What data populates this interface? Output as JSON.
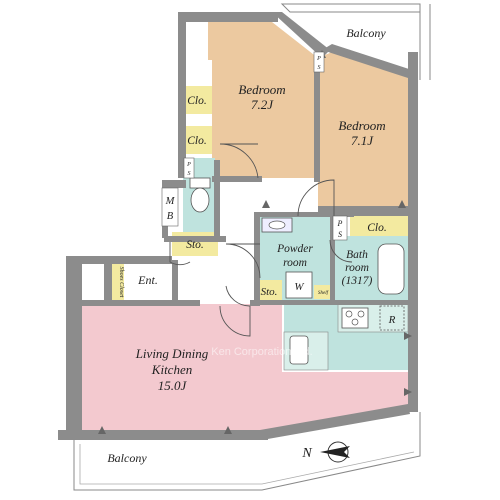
{
  "rooms": {
    "bedroom_a": {
      "name": "Bedroom",
      "size": "7.2J"
    },
    "bedroom_b": {
      "name": "Bedroom",
      "size": "7.1J"
    },
    "ldk": {
      "line1": "Living Dining",
      "line2": "Kitchen",
      "size": "15.0J"
    },
    "powder": {
      "line1": "Powder",
      "line2": "room"
    },
    "bath": {
      "line1": "Bath",
      "line2": "room",
      "size": "(1317)"
    },
    "entrance": "Ent."
  },
  "closets": {
    "clo_upper": "Clo.",
    "clo_lower": "Clo.",
    "clo_right": "Clo.",
    "sto_left": "Sto.",
    "sto_center": "Sto.",
    "shoes": "Shoes Closet",
    "shelf": "Shelf"
  },
  "symbols": {
    "ps_top": [
      "P",
      "S"
    ],
    "ps_left": [
      "P",
      "S"
    ],
    "ps_center": [
      "P",
      "S"
    ],
    "mb": [
      "M",
      "B"
    ],
    "washer": "W",
    "refrigerator": "R"
  },
  "balconies": {
    "top": "Balcony",
    "bottom": "Balcony"
  },
  "compass": {
    "letter": "N"
  },
  "watermark": "Ken Corporation Ltd.",
  "colors": {
    "bedroom": "#ecc9a0",
    "ldk": "#f3c9cf",
    "wet": "#bfe3de",
    "closet": "#f3eaa0",
    "wall": "#8c8c8c"
  }
}
